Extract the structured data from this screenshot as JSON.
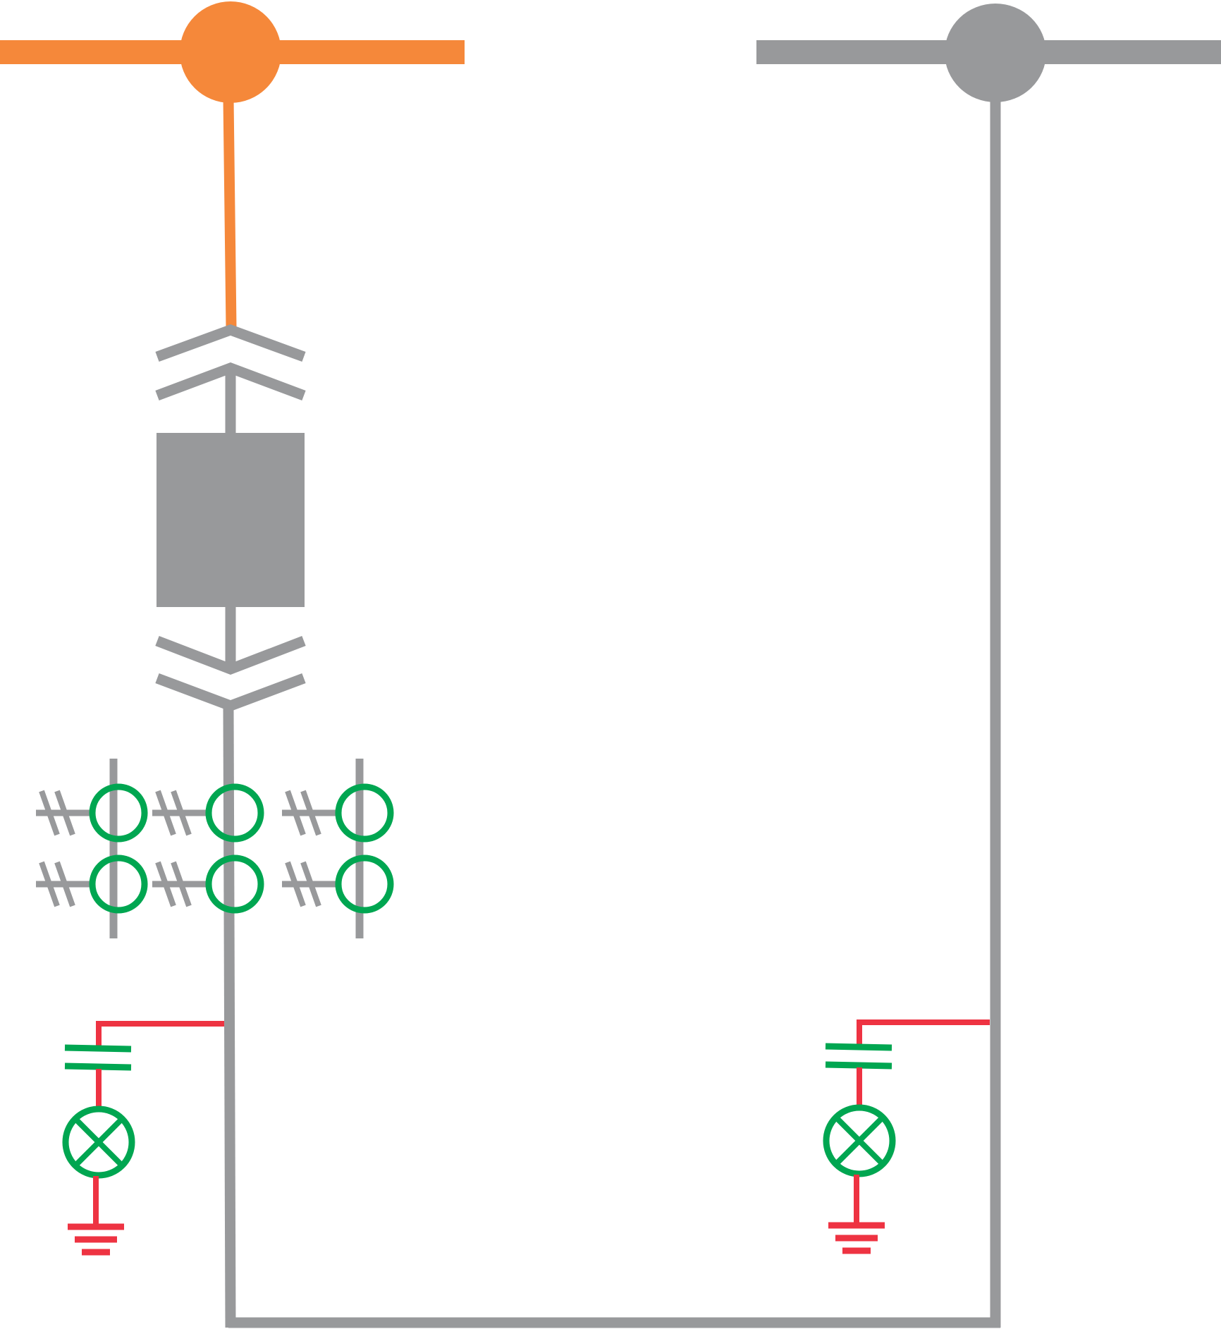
{
  "diagram": {
    "type": "single-line electrical schematic",
    "colors": {
      "busbar_live": "#F5883A",
      "busbar_dead": "#98999B",
      "conductor": "#98999B",
      "indicator": "#00A651",
      "signal_wire": "#EE3342",
      "background": "#FFFFFF"
    },
    "components": [
      {
        "id": "busbar-left",
        "symbol": "busbar-node",
        "color": "busbar_live"
      },
      {
        "id": "busbar-right",
        "symbol": "busbar-node",
        "color": "busbar_dead"
      },
      {
        "id": "withdrawable-circuit-breaker",
        "symbol": "circuit-breaker-with-plug-in-contacts"
      },
      {
        "id": "current-transformers",
        "symbol": "current-transformer",
        "count": 6
      },
      {
        "id": "voltage-indicator-left",
        "symbol": "capacitive-voltage-indicator-lamp-earth"
      },
      {
        "id": "voltage-indicator-right",
        "symbol": "capacitive-voltage-indicator-lamp-earth"
      }
    ]
  }
}
